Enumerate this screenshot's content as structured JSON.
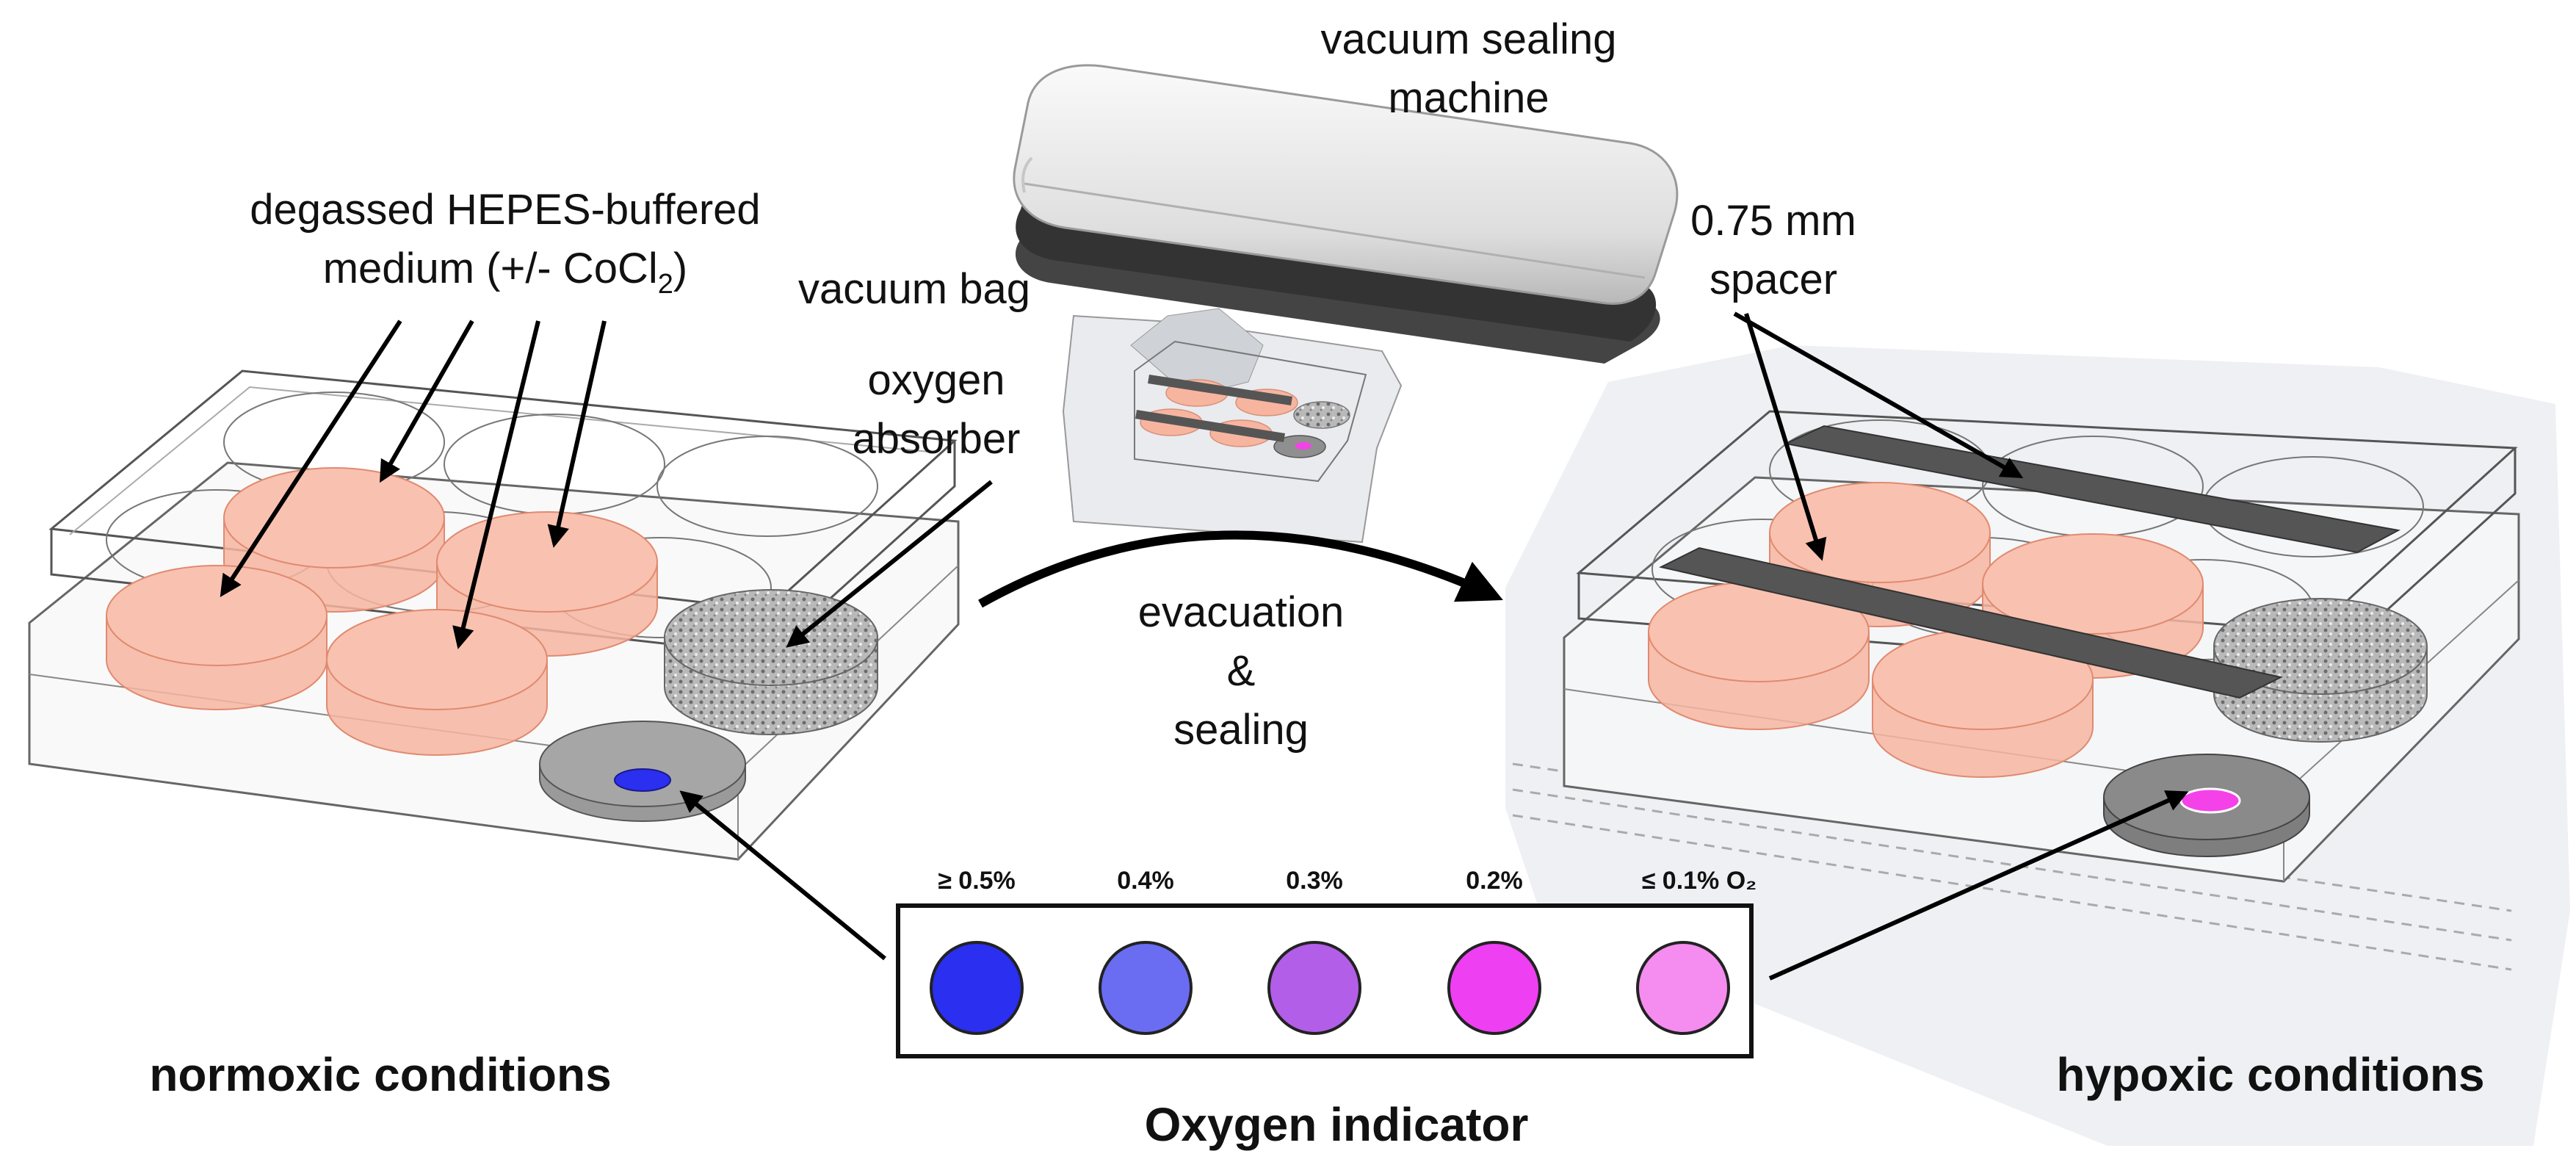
{
  "labels": {
    "medium_line1": "degassed HEPES-buffered",
    "medium_line2": "medium (+/- CoCl",
    "medium_sub": "2",
    "medium_close": ")",
    "vacuum_bag": "vacuum bag",
    "oxygen_absorber_line1": "oxygen",
    "oxygen_absorber_line2": "absorber",
    "sealer_line1": "vacuum sealing",
    "sealer_line2": "machine",
    "spacer_line1": "0.75 mm",
    "spacer_line2": "spacer",
    "process_line1": "evacuation",
    "process_line2": "&",
    "process_line3": "sealing",
    "normoxic": "normoxic conditions",
    "hypoxic": "hypoxic conditions",
    "indicator_title": "Oxygen indicator"
  },
  "indicator": {
    "levels": [
      {
        "label": "≥ 0.5%",
        "color": "#2a2ff0"
      },
      {
        "label": "0.4%",
        "color": "#6a6cf2"
      },
      {
        "label": "0.3%",
        "color": "#b35ee8"
      },
      {
        "label": "0.2%",
        "color": "#ee3ff2"
      },
      {
        "label": "≤ 0.1% O₂",
        "color": "#f58cf0"
      }
    ]
  },
  "colors": {
    "medium": "#f7b5a0",
    "spacer": "#555555",
    "absorber": "#a8a8a8",
    "normoxic_dot": "#2a2ff0",
    "hypoxic_dot": "#f542e8"
  }
}
